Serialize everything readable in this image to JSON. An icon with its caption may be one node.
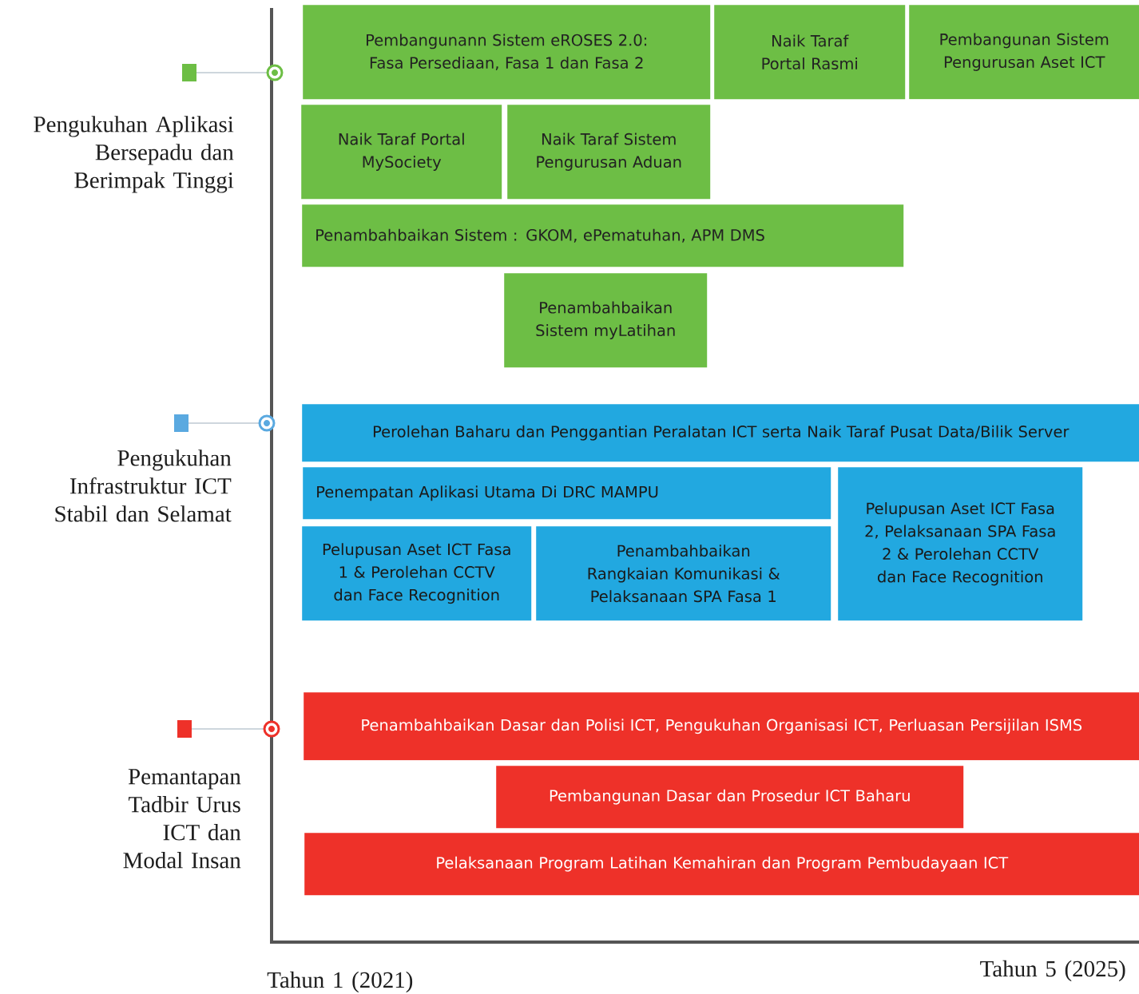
{
  "diagram": {
    "nodes": [
      {
        "text": [
          "Pembangunann Sistem eROSES 2.0: Fasa Persediaan, Fasa 1 dan Fasa 2"
        ]
      },
      {
        "text": [
          "Naik Taraf Portal Rasmi"
        ]
      },
      {
        "text": [
          "Pembangunan Sistem Pengurusan Aset ICT"
        ]
      },
      {
        "text": [
          "Naik Taraf Portal MySociety"
        ]
      },
      {
        "text": [
          "Naik Taraf Sistem Pengurusan Aduan"
        ]
      },
      {
        "text": [
          "Penambahbaikan Sistem : GKOM, ePematuhan, APM DMS"
        ]
      },
      {
        "text": [
          "Penambahbaikan Sistem myLatihan"
        ]
      },
      {
        "text": [
          "Perolehan Baharu dan Penggantian Peralatan ICT serta Naik Taraf Pusat Data/Bilik Server"
        ]
      },
      {
        "text": [
          "Penempatan Aplikasi Utama Di DRC MAMPU"
        ]
      },
      {
        "text": [
          "Pelupusan Aset ICT Fasa 2, Pelaksanaan SPA Fasa 2 & Perolehan CCTV dan Face Recognition"
        ]
      },
      {
        "text": [
          "Pelupusan Aset ICT Fasa 1 & Perolehan CCTV dan Face Recognition"
        ]
      },
      {
        "text": [
          "Penambahbaikan Rangkaian Komunikasi & Pelaksanaan SPA Fasa 1"
        ]
      },
      {
        "text": [
          "Penambahbaikan Dasar dan Polisi ICT, Pengukuhan Organisasi ICT, Perluasan Persijilan ISMS"
        ]
      },
      {
        "text": [
          "Pembangunan Dasar dan Prosedur ICT Baharu"
        ]
      },
      {
        "text": [
          "Pelaksanaan Program Latihan Kemahiran dan Program Pembudayaan ICT"
        ]
      }
    ],
    "labels": [
      "Pengukuhan Aplikasi Bersepadu dan Berimpak Tinggi",
      "Pengukuhan Infrastruktur ICT Stabil dan Selamat",
      "Pemantapan Tadbir Urus ICT dan Modal Insan",
      "Tahun 1 (2021)",
      "Tahun 5 (2025)"
    ]
  }
}
